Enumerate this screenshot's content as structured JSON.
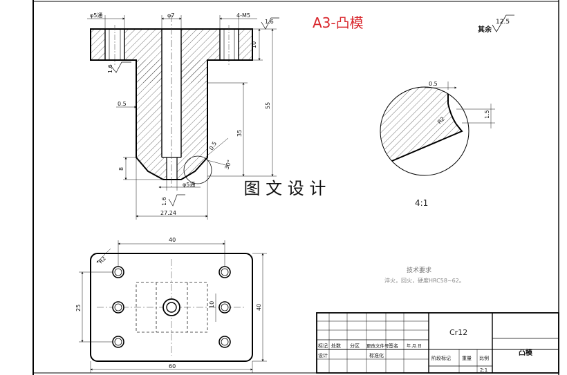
{
  "title": "A3-凸模",
  "watermark": "图 文 设 计",
  "surface_finish": {
    "general_label": "其余",
    "general_value": "12.5",
    "top_value": "1.6",
    "left_value": "1.6",
    "bottom_value": "1.6"
  },
  "front_view": {
    "hole_left": "φ5通",
    "center_hole": "φ7",
    "hole_right": "4-M5",
    "flange_thickness": "10",
    "overall_height": "55",
    "shaft_length": "35",
    "relief": "0.5",
    "chamfer_height": "8",
    "tip_dia": "φ5通",
    "chamfer_size": "0.5",
    "chamfer_angle": "30°",
    "shaft_width": "27.24"
  },
  "detail_view": {
    "step": "0.5",
    "radius": "R2",
    "depth": "1.5",
    "scale": "4:1"
  },
  "top_view": {
    "hole_pitch_x": "40",
    "hole_pitch_y": "25",
    "corner_radius": "R2",
    "overall_width": "60",
    "overall_height": "40",
    "inner_dim": "10"
  },
  "tech_req": {
    "title": "技术要求",
    "text": "淬火，回火，硬度HRC58~62。"
  },
  "title_block": {
    "material": "Cr12",
    "part_name": "凸模",
    "row_labels": [
      "标记",
      "处数",
      "分区",
      "更改文件号",
      "签名",
      "年.月.日"
    ],
    "row2_labels": [
      "设计",
      "标准化"
    ],
    "stage_label": "阶段标记",
    "weight_label": "重量",
    "scale_label": "比例",
    "scale_value": "2:1"
  }
}
